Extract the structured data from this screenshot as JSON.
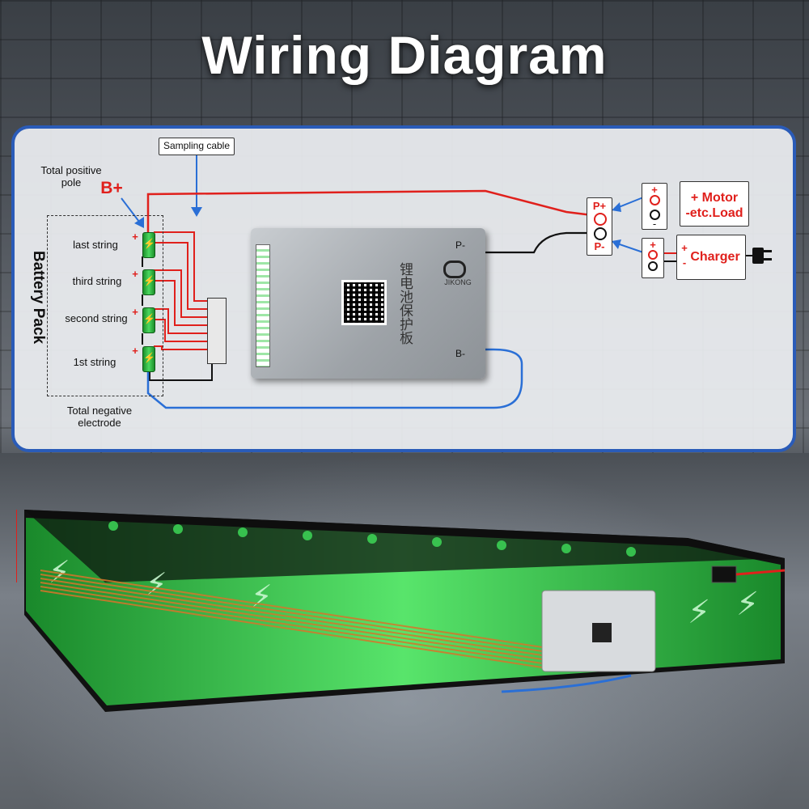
{
  "title": "Wiring Diagram",
  "labels": {
    "sampling_cable": "Sampling cable",
    "total_positive_pole": "Total positive\npole",
    "b_plus": "B+",
    "battery_pack": "Battery Pack",
    "strings": [
      "last string",
      "third string",
      "second string",
      "1st string"
    ],
    "total_negative_electrode": "Total negative\nelectrode",
    "bms_p_minus": "P-",
    "bms_b_minus": "B-",
    "bms_brand": "JIKONG",
    "bms_text": "锂电池保护板",
    "terminal_p_plus": "P+",
    "terminal_p_minus": "P-",
    "motor": "+ Motor\n-etc.Load",
    "charger": "Charger",
    "plus": "+",
    "minus": "-"
  },
  "colors": {
    "panel_border": "#2a5bb8",
    "positive_wire": "#e0201c",
    "negative_wire": "#2a6fd6",
    "cell_green": "#3fc955"
  }
}
